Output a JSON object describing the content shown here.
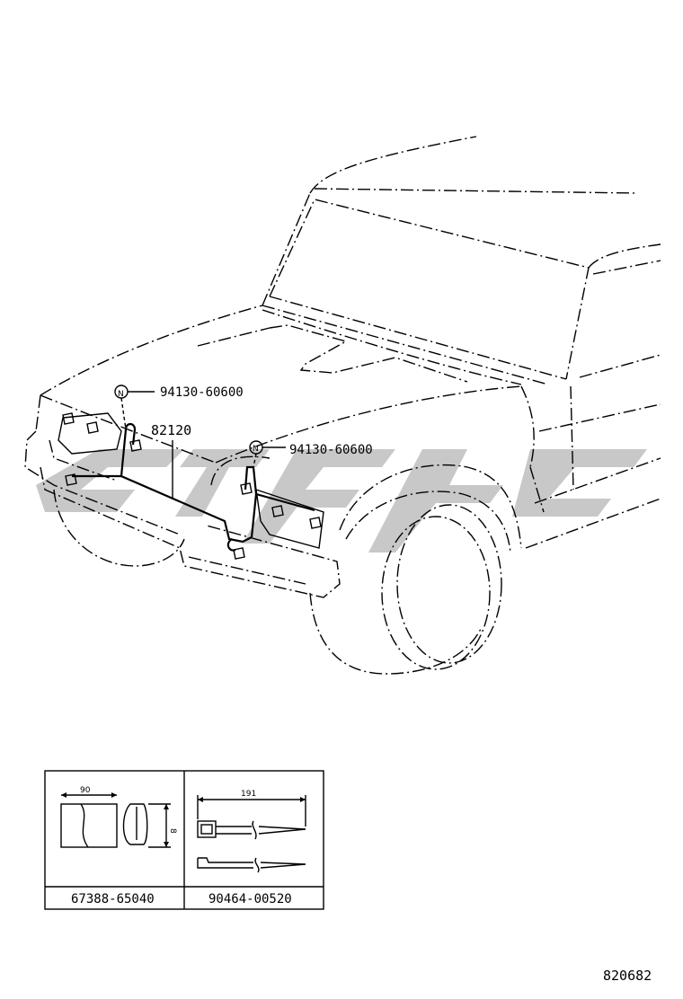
{
  "callouts": {
    "clip_upper": "94130-60600",
    "clip_lower": "94130-60600",
    "harness": "82120",
    "clip_symbol": "N"
  },
  "parts_table": {
    "left": {
      "part_number": "67388-65040",
      "width_dim": "90",
      "height_dim": "8"
    },
    "right": {
      "part_number": "90464-00520",
      "length_dim": "191"
    }
  },
  "figure_number": "820682",
  "icons": [
    "clip-n-icon",
    "cable-tie-icon",
    "clamp-pad-icon"
  ]
}
